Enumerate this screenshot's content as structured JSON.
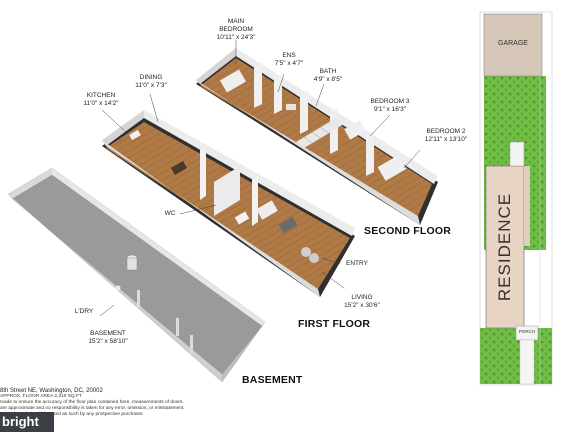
{
  "floors": {
    "second": "SECOND FLOOR",
    "first": "FIRST FLOOR",
    "basement": "BASEMENT"
  },
  "rooms": {
    "main_bedroom": {
      "name": "MAIN\nBEDROOM",
      "dim": "10'11\" x 24'3\""
    },
    "ens": {
      "name": "ENS",
      "dim": "7'5\" x 4'7\""
    },
    "bath": {
      "name": "BATH",
      "dim": "4'9\" x 8'5\""
    },
    "bedroom3": {
      "name": "BEDROOM 3",
      "dim": "9'1\" x 16'3\""
    },
    "bedroom2": {
      "name": "BEDROOM 2",
      "dim": "12'11\" x 13'10\""
    },
    "dining": {
      "name": "DINING",
      "dim": "11'0\" x 7'3\""
    },
    "kitchen": {
      "name": "KITCHEN",
      "dim": "11'0\" x 14'2\""
    },
    "wc": {
      "name": "WC"
    },
    "entry": {
      "name": "ENTRY"
    },
    "living": {
      "name": "LIVING",
      "dim": "15'2\" x 30'6\""
    },
    "ldry": {
      "name": "L'DRY"
    },
    "basement": {
      "name": "BASEMENT",
      "dim": "15'2\" x 58'10\""
    }
  },
  "site": {
    "garage": "GARAGE",
    "residence": "RESIDENCE",
    "porch": "PORCH"
  },
  "footer": {
    "address": "8th Street NE, Washington, DC, 20002",
    "area": "APPROX. FLOOR AREA 2,210 SQ.FT",
    "line1": "made to ensure the accuracy of the floor plan contained here, measurements of doors,",
    "line2": "are approximate and no responsibility is taken for any error, omission, or misstatement.",
    "line3": "ses only and should be used as such by any prospective purchaser."
  },
  "watermark": "bright",
  "colors": {
    "floor_wood": "#b07a47",
    "wall": "#ffffff",
    "wall_side": "#c9c9c9",
    "shadow": "#3a3a3a",
    "basement_floor": "#9a9a9a",
    "grass": "#6fbd45",
    "residence_fill": "#e8d4c2",
    "garage_fill": "#d5c6b8"
  }
}
